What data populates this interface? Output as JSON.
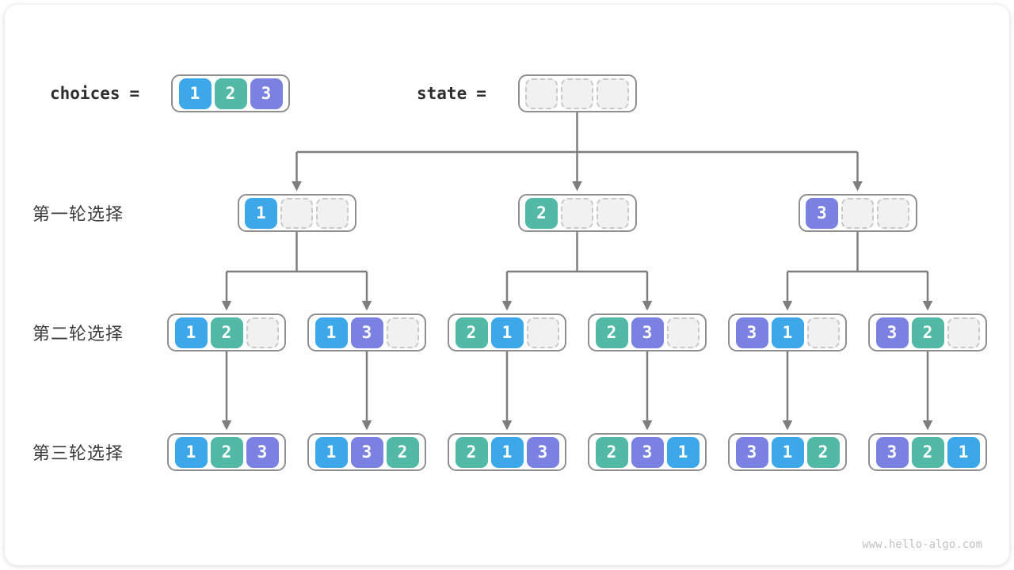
{
  "header": {
    "choices_label": "choices",
    "choices_equals": "=",
    "choices_values": [
      "1",
      "2",
      "3"
    ],
    "state_label": "state",
    "state_equals": "=",
    "state_values": [
      "",
      "",
      ""
    ]
  },
  "rows": [
    {
      "label": "第一轮选择",
      "nodes": [
        [
          "1",
          "",
          ""
        ],
        [
          "2",
          "",
          ""
        ],
        [
          "3",
          "",
          ""
        ]
      ]
    },
    {
      "label": "第二轮选择",
      "nodes": [
        [
          "1",
          "2",
          ""
        ],
        [
          "1",
          "3",
          ""
        ],
        [
          "2",
          "1",
          ""
        ],
        [
          "2",
          "3",
          ""
        ],
        [
          "3",
          "1",
          ""
        ],
        [
          "3",
          "2",
          ""
        ]
      ]
    },
    {
      "label": "第三轮选择",
      "nodes": [
        [
          "1",
          "2",
          "3"
        ],
        [
          "1",
          "3",
          "2"
        ],
        [
          "2",
          "1",
          "3"
        ],
        [
          "2",
          "3",
          "1"
        ],
        [
          "3",
          "1",
          "2"
        ],
        [
          "3",
          "2",
          "1"
        ]
      ]
    }
  ],
  "value_colors": {
    "1": "#3ca7e9",
    "2": "#51b9a6",
    "3": "#7a81e1"
  },
  "connector_color": "#7e7e7e",
  "watermark": "www.hello-algo.com"
}
